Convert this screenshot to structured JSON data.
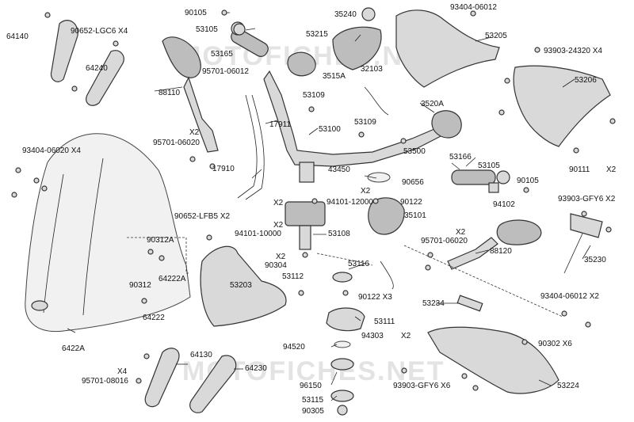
{
  "watermark": "MOTOFICHES.NET",
  "labels": [
    "90105",
    "35240",
    "93404-06012",
    "64140",
    "90652-LGC6 X4",
    "53105",
    "53215",
    "53205",
    "64240",
    "53165",
    "93903-24320 X4",
    "95701-06012",
    "3515A",
    "32103",
    "53206",
    "88110",
    "53109",
    "3520A",
    "17911",
    "53100",
    "53109",
    "X2",
    "95701-06020",
    "53500",
    "53166",
    "90111",
    "X2",
    "93404-06020 X4",
    "17910",
    "43450",
    "53105",
    "90656",
    "90105",
    "X2",
    "90122",
    "X2",
    "94101-12000",
    "35101",
    "93903-GFY6 X2",
    "94102",
    "90652-LFB5 X2",
    "X2",
    "94101-10000",
    "53108",
    "X2",
    "95701-06020",
    "90312A",
    "64222A",
    "90312",
    "X2",
    "90304",
    "53116",
    "88120",
    "53203",
    "35230",
    "53112",
    "90122 X3",
    "64222",
    "53234",
    "93404-06012 X2",
    "53111",
    "6422A",
    "94520",
    "94303",
    "X2",
    "90302 X6",
    "64130",
    "64230",
    "X4",
    "95701-08016",
    "96150",
    "93903-GFY6 X6",
    "53224",
    "53115",
    "90305"
  ]
}
